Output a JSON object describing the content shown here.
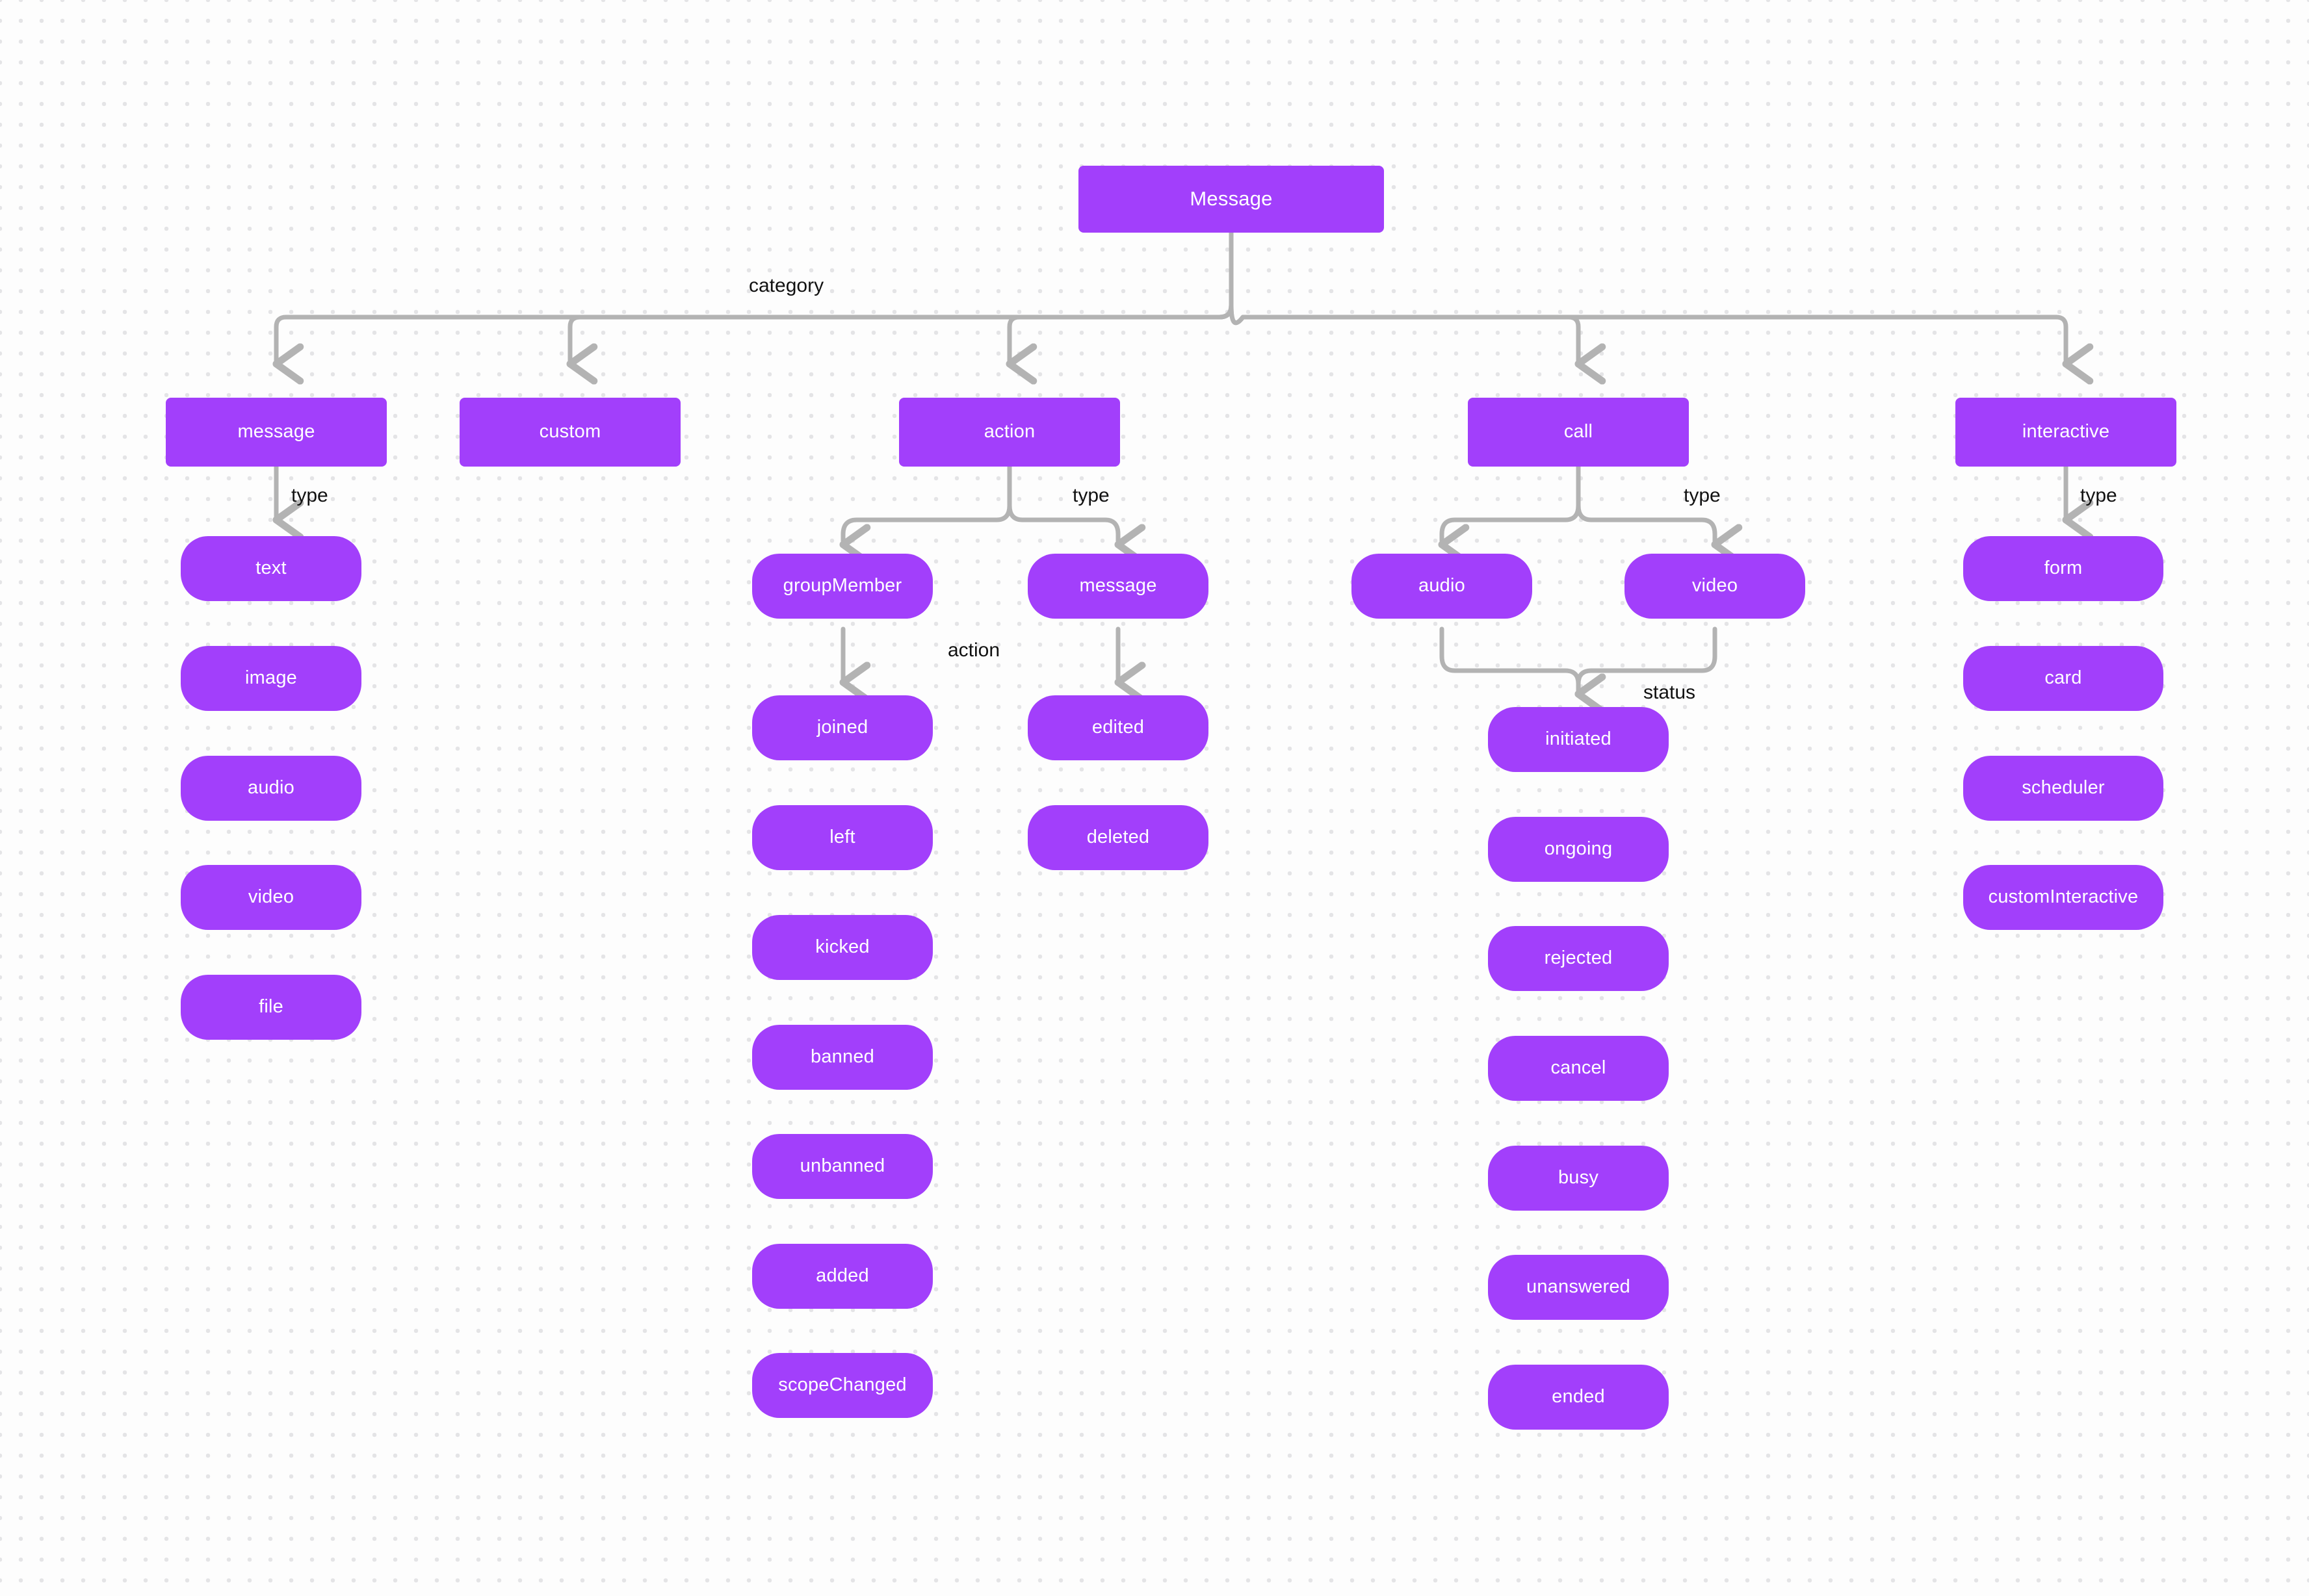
{
  "diagram": {
    "title": "Message",
    "root": {
      "label": "Message"
    },
    "edge_labels": {
      "category": "category",
      "type_message": "type",
      "type_action": "type",
      "type_call": "type",
      "type_interactive": "type",
      "action": "action",
      "status": "status"
    },
    "categories": [
      {
        "label": "message"
      },
      {
        "label": "custom"
      },
      {
        "label": "action"
      },
      {
        "label": "call"
      },
      {
        "label": "interactive"
      }
    ],
    "message_types": [
      {
        "label": "text"
      },
      {
        "label": "image"
      },
      {
        "label": "audio"
      },
      {
        "label": "video"
      },
      {
        "label": "file"
      }
    ],
    "action_types": [
      {
        "label": "groupMember"
      },
      {
        "label": "message"
      }
    ],
    "group_member_actions": [
      {
        "label": "joined"
      },
      {
        "label": "left"
      },
      {
        "label": "kicked"
      },
      {
        "label": "banned"
      },
      {
        "label": "unbanned"
      },
      {
        "label": "added"
      },
      {
        "label": "scopeChanged"
      }
    ],
    "message_actions": [
      {
        "label": "edited"
      },
      {
        "label": "deleted"
      }
    ],
    "call_types": [
      {
        "label": "audio"
      },
      {
        "label": "video"
      }
    ],
    "call_statuses": [
      {
        "label": "initiated"
      },
      {
        "label": "ongoing"
      },
      {
        "label": "rejected"
      },
      {
        "label": "cancel"
      },
      {
        "label": "busy"
      },
      {
        "label": "unanswered"
      },
      {
        "label": "ended"
      }
    ],
    "interactive_types": [
      {
        "label": "form"
      },
      {
        "label": "card"
      },
      {
        "label": "scheduler"
      },
      {
        "label": "customInteractive"
      }
    ],
    "colors": {
      "node_fill": "#a23ffb",
      "node_text": "#ffffff",
      "edge": "#b3b3b3",
      "label_text": "#111111",
      "background": "#fdfdfd",
      "grid_dot": "#e4e4e6"
    }
  }
}
